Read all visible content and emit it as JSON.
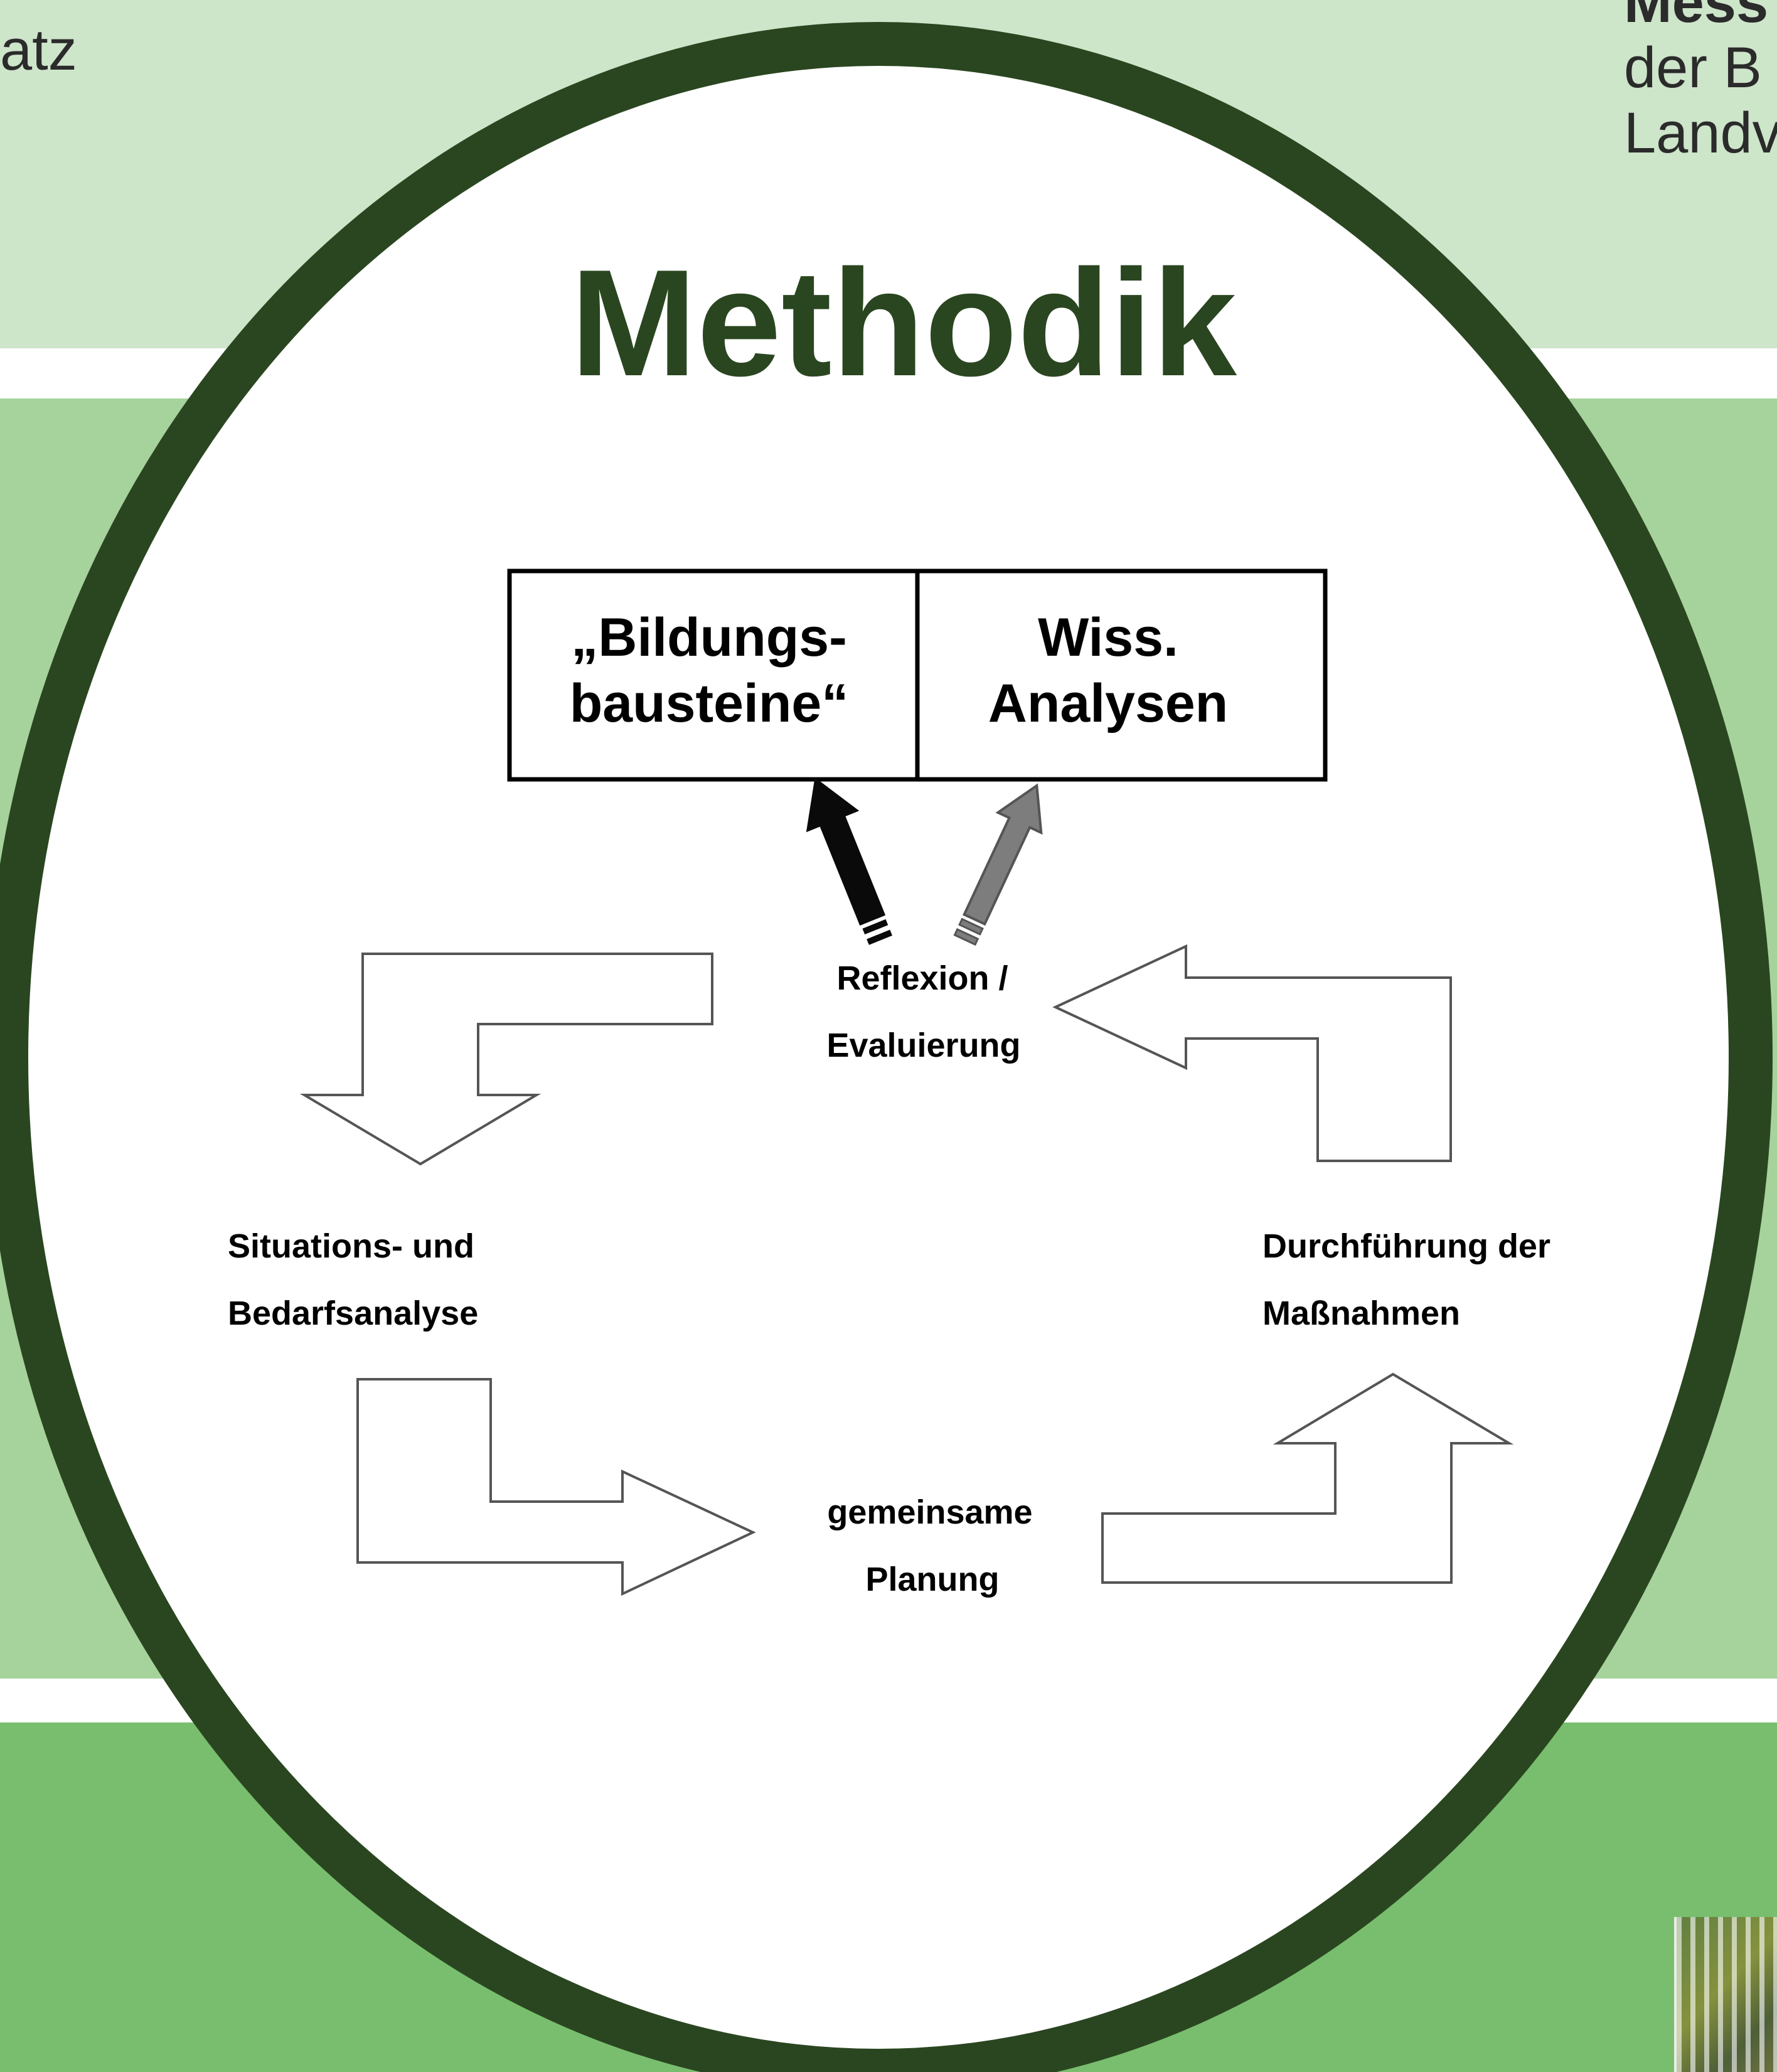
{
  "title": "Methodik",
  "edge_fragments": {
    "left": "atz",
    "right_lines": [
      "Mess",
      "der B",
      "Landv"
    ]
  },
  "boxes": {
    "left": [
      "„Bildungs-",
      "bausteine“"
    ],
    "right": [
      "Wiss.",
      "Analysen"
    ]
  },
  "cycle": {
    "reflexion": [
      "Reflexion /",
      "Evaluierung"
    ],
    "situation": [
      "Situations- und",
      "Bedarfsanalyse"
    ],
    "planung": [
      "gemeinsame",
      "Planung"
    ],
    "durchfuehrung": [
      "Durchführung der",
      "Maßnahmen"
    ]
  },
  "colors": {
    "ring": "#2a4620",
    "title": "#2a4620",
    "band_top": "#cde5c9",
    "band_mid": "#a6d29b",
    "band_bottom": "#78be6e",
    "arrow_black": "#0a0a0a",
    "arrow_gray": "#7d7d7d"
  }
}
